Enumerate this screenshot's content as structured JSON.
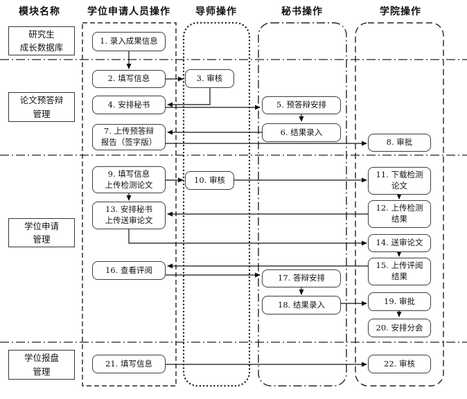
{
  "columns": [
    {
      "label": "模块名称"
    },
    {
      "label": "学位申请人员操作"
    },
    {
      "label": "导师操作"
    },
    {
      "label": "秘书操作"
    },
    {
      "label": "学院操作"
    }
  ],
  "modules": [
    {
      "label": "研究生\n成长数据库"
    },
    {
      "label": "论文预答辩\n管理"
    },
    {
      "label": "学位申请\n管理"
    },
    {
      "label": "学位报盘\n管理"
    }
  ],
  "steps": {
    "s1": {
      "label": "1. 录入成果信息",
      "lane": "学位申请人员操作"
    },
    "s2": {
      "label": "2. 填写信息",
      "lane": "学位申请人员操作"
    },
    "s3": {
      "label": "3. 审核",
      "lane": "导师操作"
    },
    "s4": {
      "label": "4. 安排秘书",
      "lane": "学位申请人员操作"
    },
    "s5": {
      "label": "5. 预答辩安排",
      "lane": "秘书操作"
    },
    "s6": {
      "label": "6. 结果录入",
      "lane": "秘书操作"
    },
    "s7": {
      "label": "7. 上传预答辩\n报告（签字版）",
      "lane": "学位申请人员操作"
    },
    "s8": {
      "label": "8. 审批",
      "lane": "学院操作"
    },
    "s9": {
      "label": "9. 填写信息\n上传检测论文",
      "lane": "学位申请人员操作"
    },
    "s10": {
      "label": "10. 审核",
      "lane": "导师操作"
    },
    "s11": {
      "label": "11. 下载检测\n论文",
      "lane": "学院操作"
    },
    "s12": {
      "label": "12. 上传检测\n结果",
      "lane": "学院操作"
    },
    "s13": {
      "label": "13. 安排秘书\n上传送审论文",
      "lane": "学位申请人员操作"
    },
    "s14": {
      "label": "14. 送审论文",
      "lane": "学院操作"
    },
    "s15": {
      "label": "15. 上传评阅\n结果",
      "lane": "学院操作"
    },
    "s16": {
      "label": "16. 查看评阅",
      "lane": "学位申请人员操作"
    },
    "s17": {
      "label": "17. 答辩安排",
      "lane": "秘书操作"
    },
    "s18": {
      "label": "18. 结果录入",
      "lane": "秘书操作"
    },
    "s19": {
      "label": "19. 审批",
      "lane": "学院操作"
    },
    "s20": {
      "label": "20. 安排分会",
      "lane": "学院操作"
    },
    "s21": {
      "label": "21. 填写信息",
      "lane": "学位申请人员操作"
    },
    "s22": {
      "label": "22. 审核",
      "lane": "学院操作"
    }
  },
  "edges": [
    {
      "from": "s1",
      "to": "s2"
    },
    {
      "from": "s2",
      "to": "s3"
    },
    {
      "from": "s3",
      "to": "s4"
    },
    {
      "from": "s4",
      "to": "s5"
    },
    {
      "from": "s5",
      "to": "s6"
    },
    {
      "from": "s6",
      "to": "s7"
    },
    {
      "from": "s7",
      "to": "s8"
    },
    {
      "from": "s9",
      "to": "s10"
    },
    {
      "from": "s10",
      "to": "s11"
    },
    {
      "from": "s9",
      "to": "s13"
    },
    {
      "from": "s11",
      "to": "s12"
    },
    {
      "from": "s12",
      "to": "s13"
    },
    {
      "from": "s13",
      "to": "s14"
    },
    {
      "from": "s14",
      "to": "s15"
    },
    {
      "from": "s15",
      "to": "s16"
    },
    {
      "from": "s16",
      "to": "s17"
    },
    {
      "from": "s17",
      "to": "s18"
    },
    {
      "from": "s18",
      "to": "s19"
    },
    {
      "from": "s19",
      "to": "s20"
    },
    {
      "from": "s21",
      "to": "s22"
    }
  ],
  "colors": {
    "line": "#1a1a1a",
    "text": "#111111",
    "background": "#ffffff"
  }
}
